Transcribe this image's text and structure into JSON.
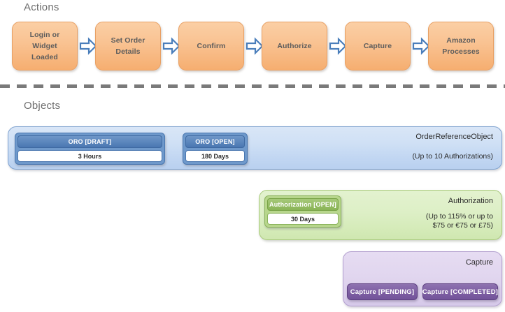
{
  "sections": {
    "actions_heading": "Actions",
    "objects_heading": "Objects"
  },
  "actions": {
    "steps": [
      {
        "label": "Login or\nWidget\nLoaded"
      },
      {
        "label": "Set Order\nDetails"
      },
      {
        "label": "Confirm"
      },
      {
        "label": "Authorize"
      },
      {
        "label": "Capture"
      },
      {
        "label": "Amazon\nProcesses"
      }
    ],
    "arrow_icon": "arrow-right-icon"
  },
  "objects": {
    "order_reference": {
      "title": "OrderReferenceObject",
      "subtitle": "(Up to 10 Authorizations)",
      "states": [
        {
          "name": "ORO [DRAFT]",
          "duration": "3 Hours"
        },
        {
          "name": "ORO [OPEN]",
          "duration": "180 Days"
        }
      ]
    },
    "authorization": {
      "title": "Authorization",
      "subtitle": "(Up to 115% or up to\n$75 or €75 or £75)",
      "states": [
        {
          "name": "Authorization [OPEN]",
          "duration": "30 Days"
        }
      ]
    },
    "capture": {
      "title": "Capture",
      "states": [
        {
          "name": "Capture [PENDING]"
        },
        {
          "name": "Capture [COMPLETED]"
        }
      ]
    }
  },
  "colors": {
    "action_fill": "#f9c291",
    "action_border": "#e8a064",
    "arrow_stroke": "#4a7ebb",
    "oro_panel": "#cfe0f5",
    "oro_chip": "#4a77b2",
    "auth_panel": "#ddefc6",
    "auth_chip": "#8ab456",
    "capture_panel": "#e1d6ef",
    "capture_chip": "#7d5ea2",
    "divider": "#7a7a7a",
    "heading_text": "#6f6f6f"
  }
}
